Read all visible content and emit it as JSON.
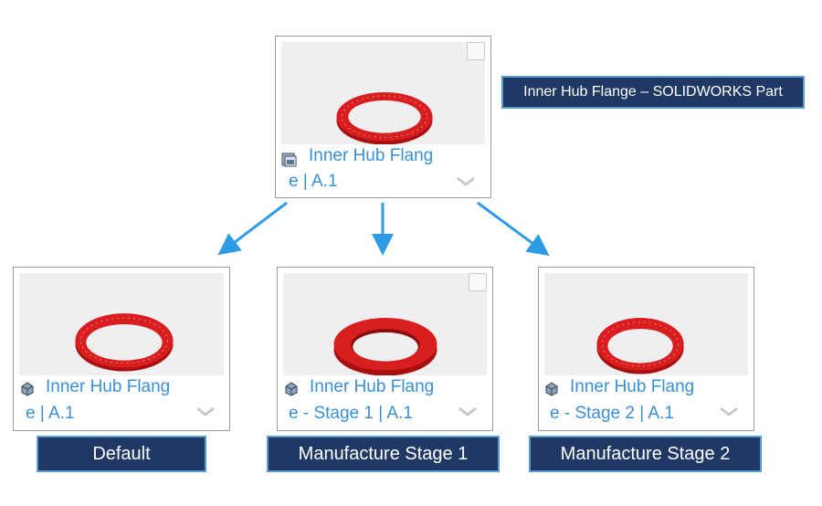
{
  "top_card": {
    "name_line1": "Inner Hub Flang",
    "name_line2": "e | A.1",
    "icon": "assembly-icon",
    "checkbox": true
  },
  "callout_top": "Inner Hub Flange – SOLIDWORKS Part",
  "configs": [
    {
      "name_line1": "Inner Hub Flang",
      "name_line2": "e | A.1",
      "label": "Default",
      "icon": "part-icon",
      "checkbox": false
    },
    {
      "name_line1": "Inner Hub Flang",
      "name_line2": "e - Stage 1 | A.1",
      "label": "Manufacture Stage 1",
      "icon": "part-icon",
      "checkbox": true
    },
    {
      "name_line1": "Inner Hub Flang",
      "name_line2": "e - Stage 2 | A.1",
      "label": "Manufacture Stage 2",
      "icon": "part-icon",
      "checkbox": false
    }
  ],
  "colors": {
    "link": "#3a8fd2",
    "label_bg": "#1f3864",
    "label_border": "#5b9bd5",
    "arrow": "#2f9be4",
    "flange": "#d81e1e"
  }
}
